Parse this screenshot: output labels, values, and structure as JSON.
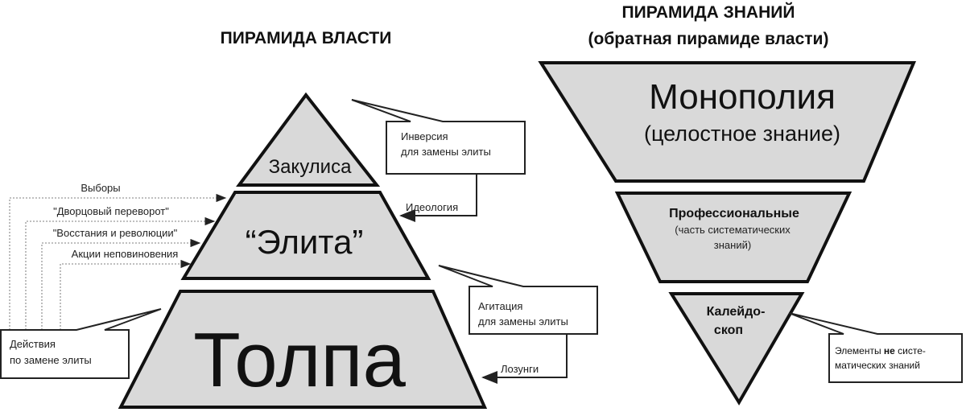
{
  "power_pyramid": {
    "title": "ПИРАМИДА ВЛАСТИ",
    "levels": {
      "top": "Закулиса",
      "middle": "“Элита”",
      "bottom": "Толпа"
    },
    "actions": [
      "Выборы",
      "\"Дворцовый переворот\"",
      "\"Восстания и революции\"",
      "Акции неповиновения"
    ],
    "actions_box": [
      "Действия",
      "по замене элиты"
    ],
    "inversion_box": [
      "Инверсия",
      "для замены элиты"
    ],
    "inversion_label": "Идеология",
    "agitation_box": [
      "Агитация",
      "для замены элиты"
    ],
    "agitation_label": "Лозунги"
  },
  "knowledge_pyramid": {
    "title": "ПИРАМИДА ЗНАНИЙ",
    "subtitle": "(обратная пирамиде власти)",
    "top": [
      "Монополия",
      "(целостное знание)"
    ],
    "middle": [
      "Профессиональные",
      "(часть систематических",
      "знаний)"
    ],
    "bottom": [
      "Калейдо-",
      "скоп"
    ],
    "note": {
      "pre": "Элементы ",
      "bold": "не",
      "post": " систе-",
      "line2": "матических знаний"
    }
  }
}
